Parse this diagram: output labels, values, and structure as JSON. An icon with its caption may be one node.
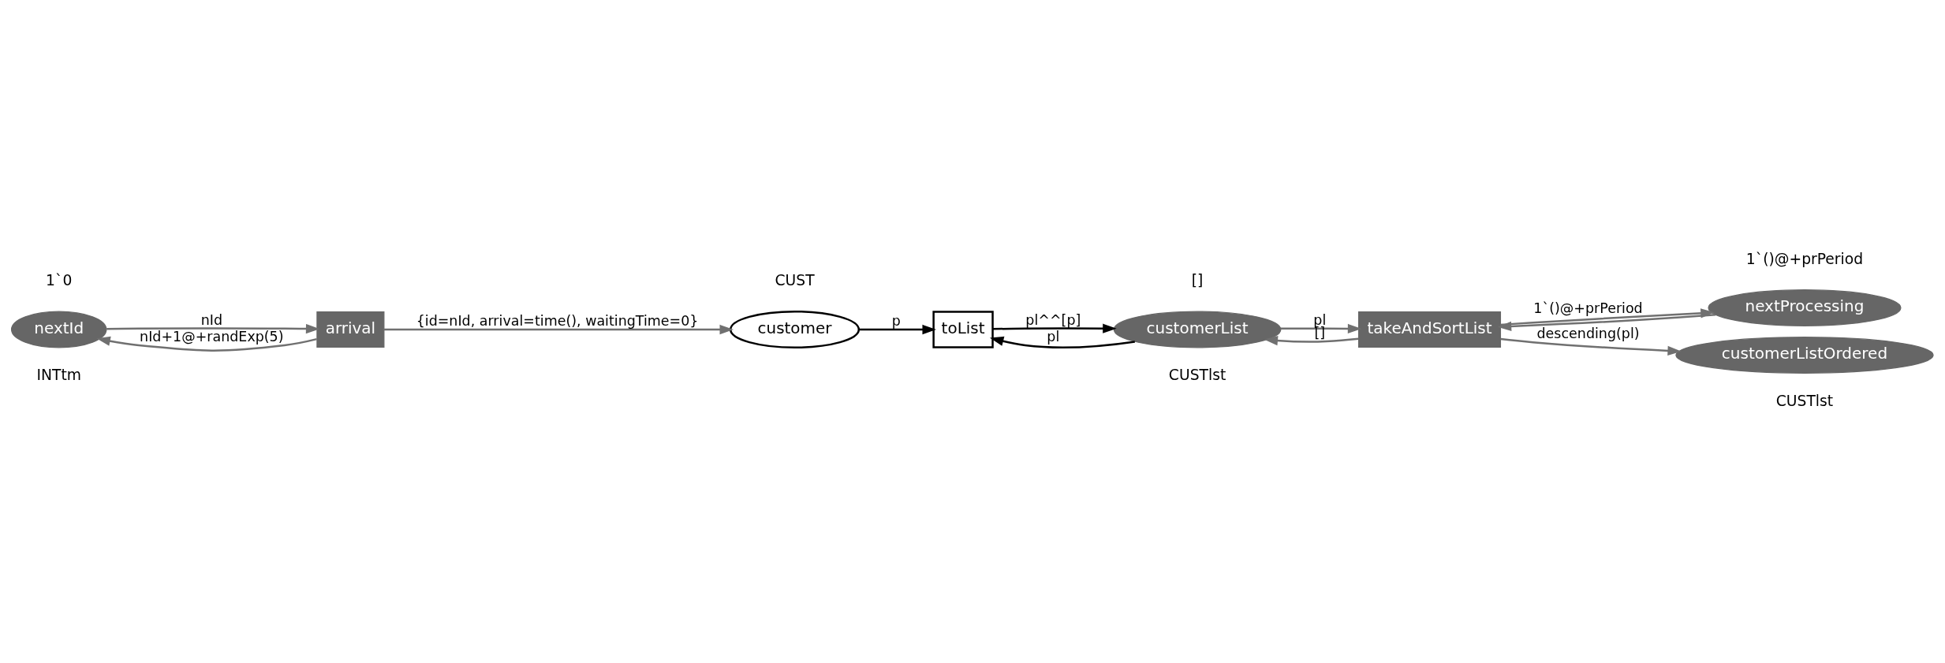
{
  "diagram": {
    "nodes": [
      {
        "text": [
          "nextId"
        ],
        "beside": [
          "1`0",
          "INTtm"
        ]
      },
      {
        "text": [
          "arrival"
        ]
      },
      {
        "text": [
          "customer"
        ],
        "beside": [
          "CUST"
        ]
      },
      {
        "text": [
          "toList"
        ]
      },
      {
        "text": [
          "customerList"
        ],
        "beside": [
          "[]",
          "CUSTlst"
        ]
      },
      {
        "text": [
          "nextProcessing"
        ],
        "beside": [
          "1`()@+prPeriod"
        ]
      },
      {
        "text": [
          "takeAndSortList"
        ]
      },
      {
        "text": [
          "customerListOrdered"
        ],
        "beside": [
          "CUSTlst"
        ]
      }
    ],
    "edges": [
      {
        "from": 0,
        "to": 1,
        "arrow": "to",
        "label": "nId"
      },
      {
        "from": 1,
        "to": 0,
        "arrow": "to",
        "label": "nId+1@+randExp(5)"
      },
      {
        "from": 1,
        "to": 2,
        "arrow": "to",
        "label": "{id=nId, arrival=time(), waitingTime=0}"
      },
      {
        "from": 2,
        "to": 3,
        "arrow": "to",
        "label": "p",
        "color": "#000000"
      },
      {
        "from": 3,
        "to": 4,
        "arrow": "to",
        "label": "pl^^[p]",
        "color": "#000000"
      },
      {
        "from": 4,
        "to": 3,
        "arrow": "to",
        "label": "pl",
        "color": "#000000"
      },
      {
        "from": 6,
        "to": 4,
        "arrow": "to",
        "label": "[]"
      },
      {
        "from": 4,
        "to": 6,
        "arrow": "to",
        "label": "pl"
      },
      {
        "from": 5,
        "to": 6,
        "arrow": "to"
      },
      {
        "from": 6,
        "to": 5,
        "arrow": "to",
        "label": "1`()@+prPeriod"
      },
      {
        "from": 6,
        "to": 7,
        "arrow": "to",
        "label": "descending(pl)"
      }
    ]
  }
}
